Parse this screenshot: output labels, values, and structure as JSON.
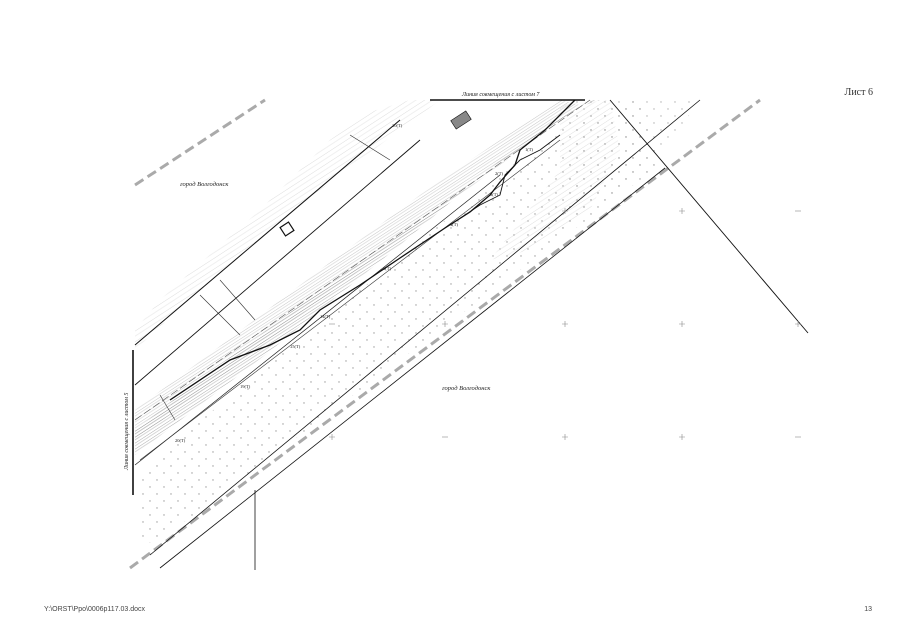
{
  "header": {
    "sheet_label": "Лист 6"
  },
  "map": {
    "match_line_top": "Линия совмещения с листом 7",
    "match_line_left": "Линия совмещения с листом 5",
    "city_label_top": "город Волгодонск",
    "city_label_bottom": "город Волгодонск",
    "point_labels": [
      "20(T)",
      "1(T)",
      "2(T)",
      "3(T)",
      "4(T)",
      "9(T)",
      "14(T)",
      "15(T)",
      "19(T)",
      "20(T)"
    ]
  },
  "footer": {
    "file_path": "Y:\\ORST\\Ppo\\0006p117.03.docx",
    "page_number": "13"
  }
}
